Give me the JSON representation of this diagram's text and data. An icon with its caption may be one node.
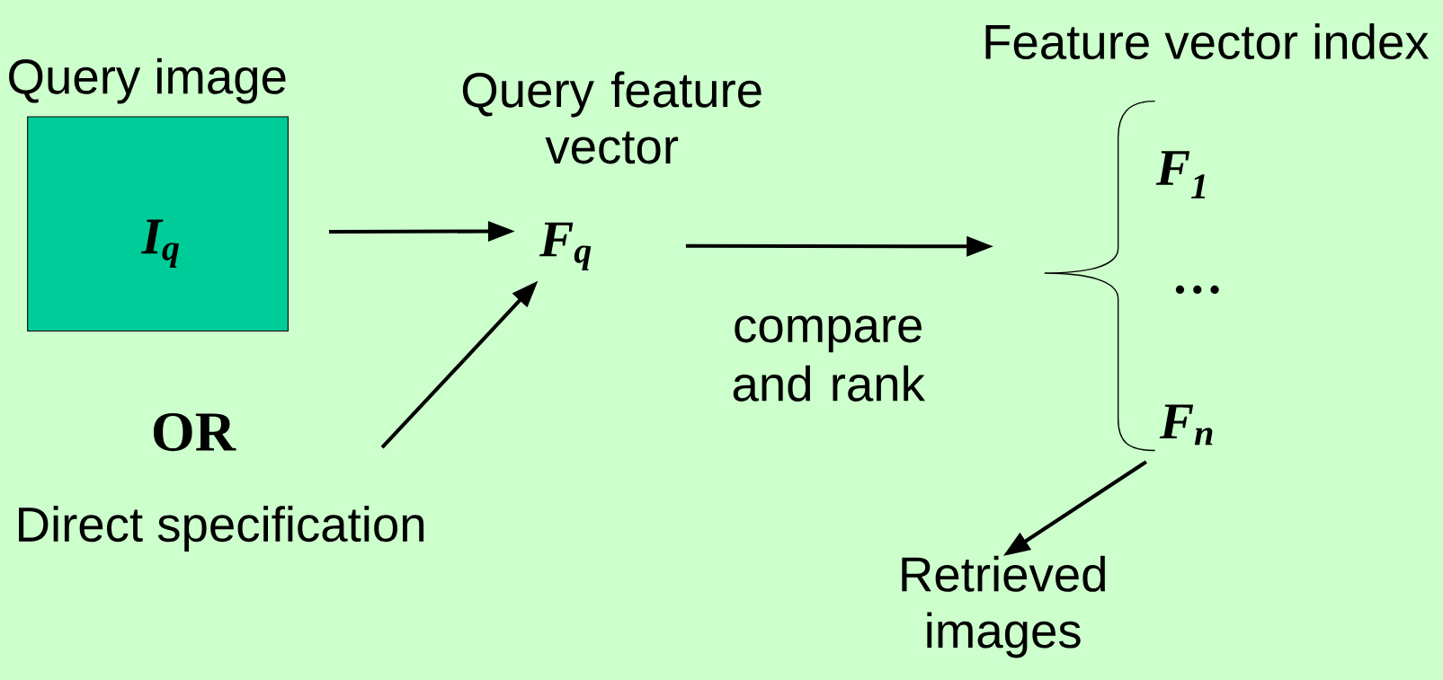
{
  "diagram": {
    "nodes": [
      {
        "text": [
          "Query image",
          "**I**$_{q}$"
        ]
      },
      {
        "text": [
          "Query feature vector",
          "**F**$_{q}$"
        ]
      },
      {
        "text": [
          "Direct specification"
        ]
      },
      {
        "text": [
          "Feature vector index",
          "**F**$_{1}$",
          "**…**",
          "**F**$_{n}$"
        ]
      },
      {
        "text": [
          "Retrieved images"
        ]
      }
    ],
    "edges": [
      {
        "from": 0,
        "to": 1,
        "arrow": "to"
      },
      {
        "from": 2,
        "to": 1,
        "arrow": "to"
      },
      {
        "from": 1,
        "to": 3,
        "arrow": "to",
        "label": "compare and rank"
      },
      {
        "from": 3,
        "to": 4,
        "arrow": "to"
      }
    ],
    "labels": [
      "OR"
    ]
  }
}
